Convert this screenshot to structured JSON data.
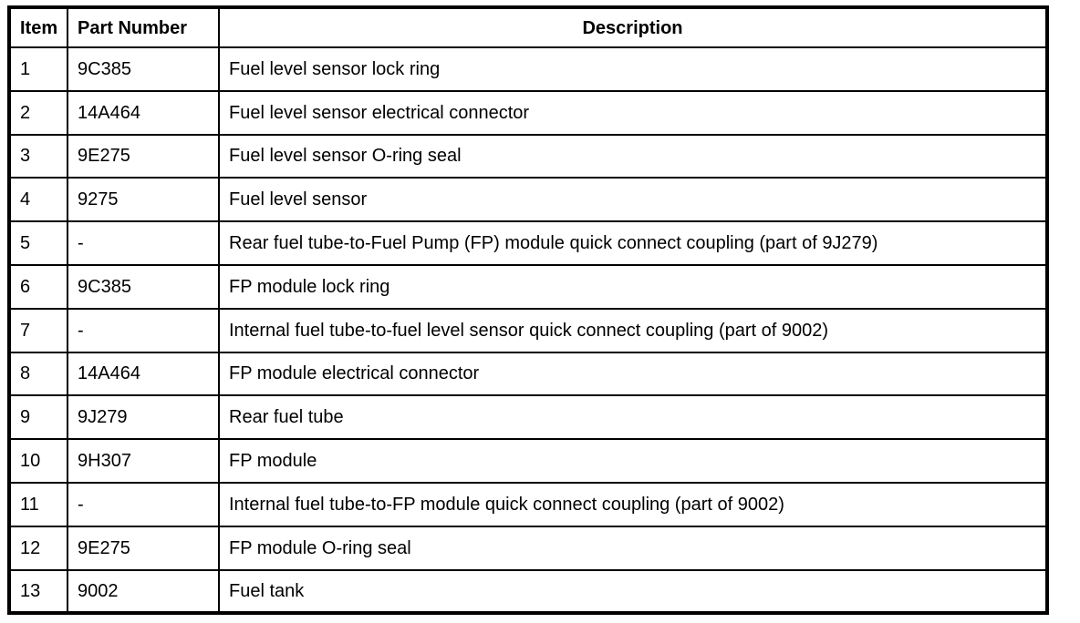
{
  "colors": {
    "background": "#ffffff",
    "border": "#000000",
    "text": "#000000"
  },
  "table": {
    "headers": [
      "Item",
      "Part Number",
      "Description"
    ],
    "rows": [
      {
        "item": "1",
        "part_number": "9C385",
        "description": "Fuel level sensor lock ring"
      },
      {
        "item": "2",
        "part_number": "14A464",
        "description": "Fuel level sensor electrical connector"
      },
      {
        "item": "3",
        "part_number": "9E275",
        "description": "Fuel level sensor O-ring seal"
      },
      {
        "item": "4",
        "part_number": "9275",
        "description": "Fuel level sensor"
      },
      {
        "item": "5",
        "part_number": "-",
        "description": "Rear fuel tube-to-Fuel Pump (FP) module quick connect coupling (part of 9J279)"
      },
      {
        "item": "6",
        "part_number": "9C385",
        "description": "FP module lock ring"
      },
      {
        "item": "7",
        "part_number": "-",
        "description": "Internal fuel tube-to-fuel level sensor quick connect coupling (part of 9002)"
      },
      {
        "item": "8",
        "part_number": "14A464",
        "description": "FP module electrical connector"
      },
      {
        "item": "9",
        "part_number": "9J279",
        "description": "Rear fuel tube"
      },
      {
        "item": "10",
        "part_number": "9H307",
        "description": "FP module"
      },
      {
        "item": "11",
        "part_number": "-",
        "description": "Internal fuel tube-to-FP module quick connect coupling (part of 9002)"
      },
      {
        "item": "12",
        "part_number": "9E275",
        "description": "FP module O-ring seal"
      },
      {
        "item": "13",
        "part_number": "9002",
        "description": "Fuel tank"
      }
    ]
  }
}
